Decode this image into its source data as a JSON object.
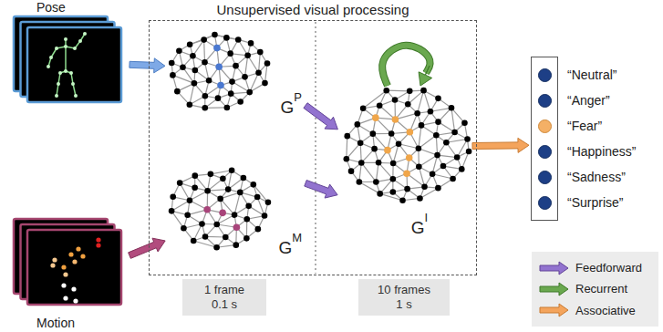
{
  "diagram": {
    "nodes": [
      {
        "text": [
          "Pose"
        ]
      },
      {
        "text": [
          "Motion"
        ]
      },
      {
        "text": [
          "Unsupervised visual processing"
        ]
      },
      {
        "text": [
          "G",
          "P"
        ],
        "in": 2
      },
      {
        "text": [
          "G",
          "M"
        ],
        "in": 2
      },
      {
        "text": [
          "G",
          "I"
        ],
        "in": 2
      },
      {
        "text": [
          "“Neutral”",
          "“Anger”",
          "“Fear”",
          "“Happiness”",
          "“Sadness”",
          "“Surprise”"
        ]
      },
      {
        "text": [
          "1 frame",
          "0.1 s"
        ]
      },
      {
        "text": [
          "10 frames",
          "1 s"
        ]
      }
    ],
    "edges": [
      {
        "from": 0,
        "to": 3,
        "arrow": "to"
      },
      {
        "from": 1,
        "to": 4,
        "arrow": "to"
      },
      {
        "from": 3,
        "to": 5,
        "arrow": "to"
      },
      {
        "from": 4,
        "to": 5,
        "arrow": "to"
      },
      {
        "from": 5,
        "to": 5,
        "arrow": "to"
      },
      {
        "from": 5,
        "to": 6,
        "arrow": "to"
      }
    ],
    "legend": [
      {
        "text": "Feedforward"
      },
      {
        "text": "Recurrent"
      },
      {
        "text": "Associative"
      }
    ]
  }
}
